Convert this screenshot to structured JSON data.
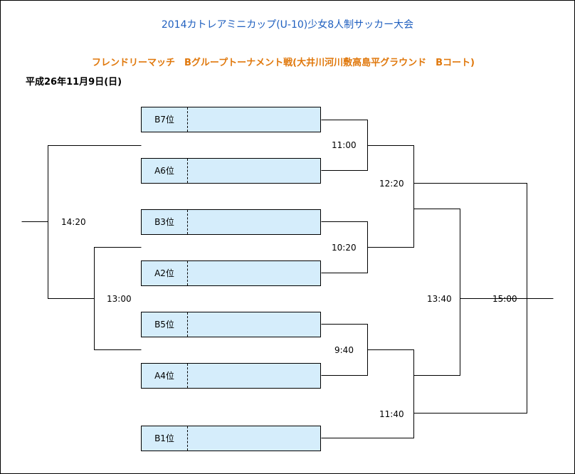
{
  "title": "2014カトレアミニカップ(U-10)少女8人制サッカー大会",
  "subtitle": "フレンドリーマッチ　Bグループトーナメント戦(大井川河川敷高島平グラウンド　Bコート)",
  "date": "平成26年11月9日(日)",
  "teams": [
    "B7位",
    "A6位",
    "B3位",
    "A2位",
    "B5位",
    "A4位",
    "B1位"
  ],
  "match_times": {
    "m1100": "11:00",
    "m1020": "10:20",
    "m0940": "9:40",
    "m1220": "12:20",
    "m1140": "11:40",
    "m1340": "13:40",
    "m1500": "15:00",
    "m1420": "14:20",
    "m1300": "13:00"
  }
}
